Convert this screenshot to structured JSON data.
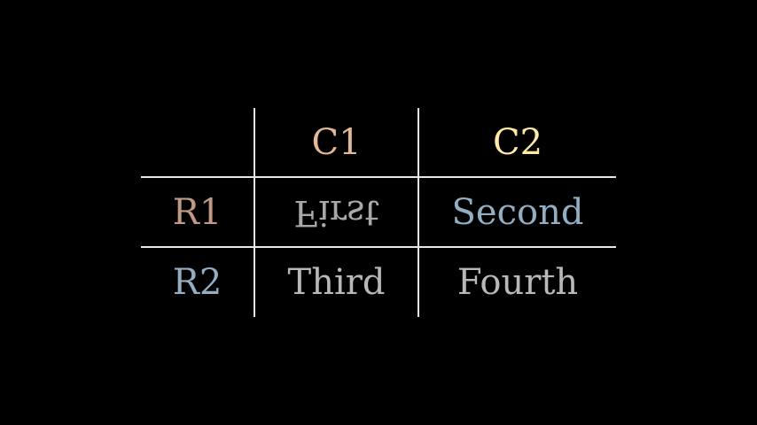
{
  "table": {
    "columns": [
      "C1",
      "C2"
    ],
    "rows": [
      {
        "label": "R1",
        "cells": [
          "First",
          "Second"
        ]
      },
      {
        "label": "R2",
        "cells": [
          "Third",
          "Fourth"
        ]
      }
    ]
  },
  "colors": {
    "background": "#000000",
    "grid_lines": "#e8e8e8",
    "c1_header": "#e2b898",
    "c2_header": "#ffe9a8",
    "r1_label": "#c09a84",
    "r2_label": "#93aec2",
    "first": "#a8a8a8",
    "second": "#93aec2",
    "third": "#b8b8b8",
    "fourth": "#b8b8b8"
  },
  "notes_visible": {
    "first_cell_orientation": "vertically flipped"
  }
}
